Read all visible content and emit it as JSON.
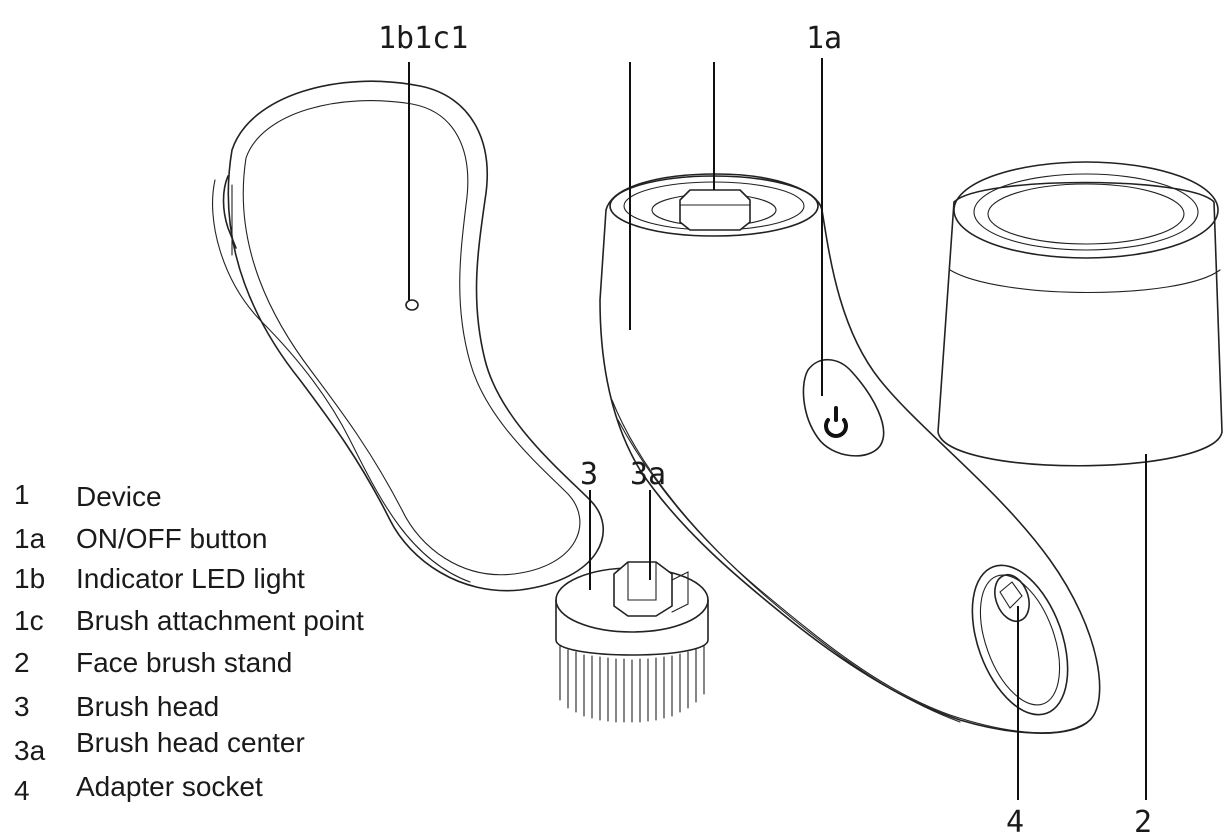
{
  "callouts": {
    "top_left": "1b1c1",
    "top_right": "1a",
    "brush": "3",
    "brush_center": "3a",
    "socket": "4",
    "stand": "2"
  },
  "legend": [
    {
      "key": "1",
      "label": "Device"
    },
    {
      "key": "1a",
      "label": "ON/OFF button"
    },
    {
      "key": "1b",
      "label": "Indicator LED light"
    },
    {
      "key": "1c",
      "label": "Brush attachment point"
    },
    {
      "key": "2",
      "label": "Face brush stand"
    },
    {
      "key": "3",
      "label": "Brush head"
    },
    {
      "key": "3a",
      "label": "Brush head center"
    },
    {
      "key": "4",
      "label": "Adapter socket"
    }
  ],
  "icons": {
    "power": "power-icon"
  }
}
